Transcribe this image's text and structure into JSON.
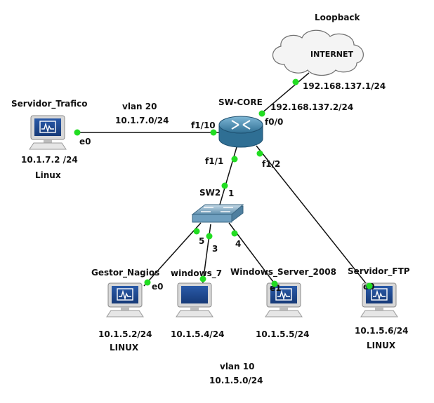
{
  "cloud": {
    "top_label": "Loopback",
    "label": "INTERNET"
  },
  "router": {
    "name": "SW-CORE"
  },
  "switch": {
    "name": "SW2"
  },
  "hosts": {
    "trafico": {
      "name": "Servidor_Trafico",
      "ip": "10.1.7.2 /24",
      "os": "Linux"
    },
    "nagios": {
      "name": "Gestor_Nagios",
      "ip": "10.1.5.2/24",
      "os": "LINUX"
    },
    "win7": {
      "name": "windows_7",
      "ip": "10.1.5.4/24"
    },
    "winsrv": {
      "name": "Windows_Server_2008",
      "ip": "10.1.5.5/24"
    },
    "ftp": {
      "name": "Servidor_FTP",
      "ip": "10.1.5.6/24",
      "os": "LINUX"
    }
  },
  "vlans": {
    "v20": {
      "name": "vlan 20",
      "net": "10.1.7.0/24"
    },
    "v10": {
      "name": "vlan 10",
      "net": "10.1.5.0/24"
    }
  },
  "interfaces": {
    "cloud_ip": "192.168.137.1/24",
    "router_wan_ip": "192.168.137.2/24",
    "f0_0": "f0/0",
    "f1_10": "f1/10",
    "f1_1": "f1/1",
    "f1_2": "f1/2",
    "sw_1": "1",
    "sw_5": "5",
    "sw_3": "3",
    "sw_4": "4",
    "trafico_e0": "e0",
    "nagios_e0": "e0",
    "winsrv_e1": "e1",
    "ftp_e0": "e0"
  },
  "colors": {
    "link": "#111111",
    "port": "#22dd22",
    "router": "#3d8db3",
    "switch": "#6f9fbf",
    "cloud": "#f2f2f2"
  }
}
